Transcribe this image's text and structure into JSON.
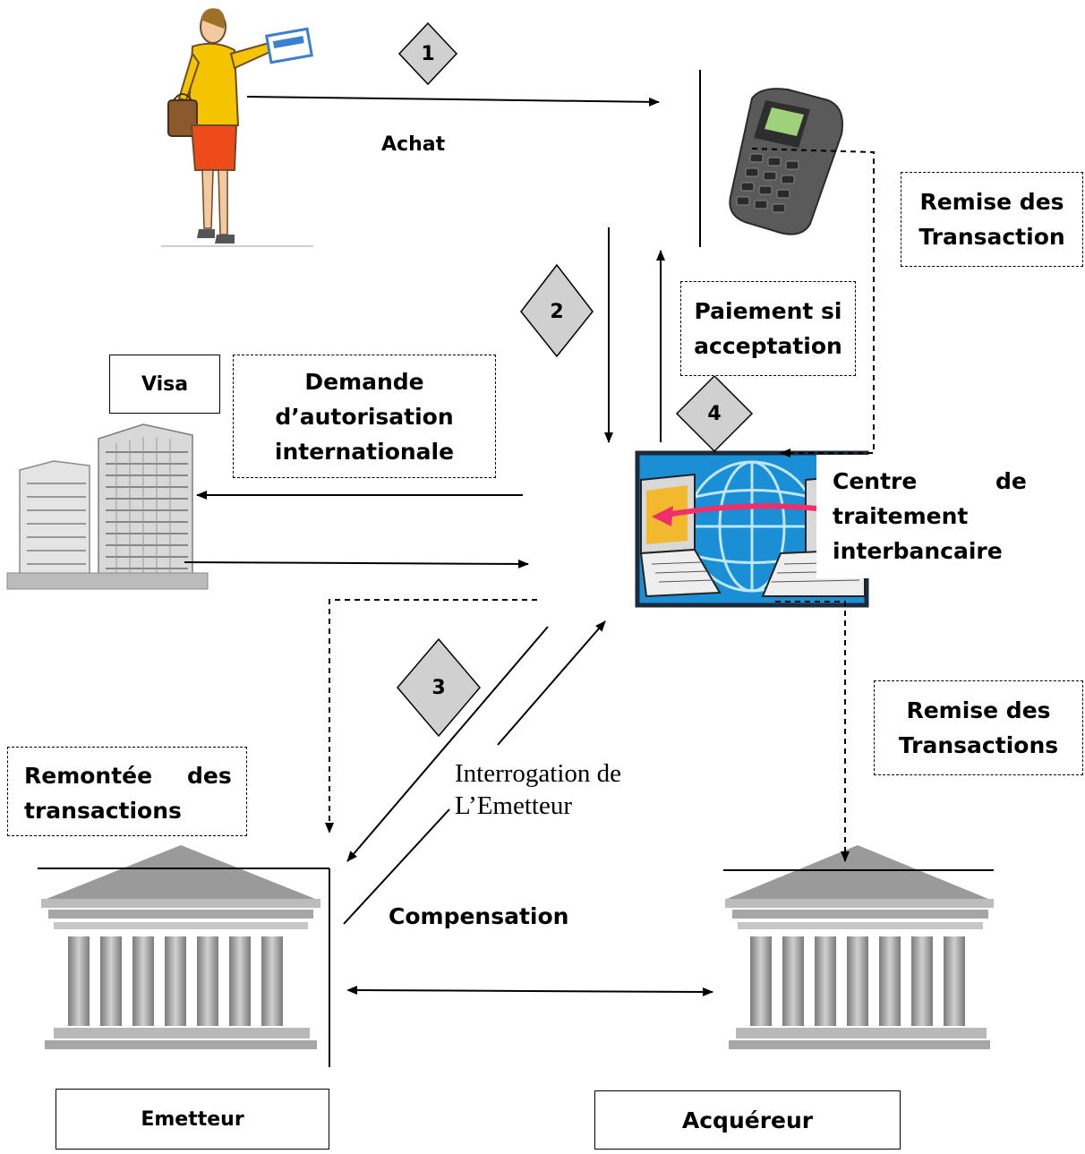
{
  "steps": {
    "s1": "1",
    "s2": "2",
    "s3": "3",
    "s4": "4"
  },
  "labels": {
    "achat": "Achat",
    "visa": "Visa",
    "demande": [
      "Demande",
      "d’autorisation",
      "internationale"
    ],
    "paiement": [
      "Paiement si",
      "acceptation"
    ],
    "remise_top": [
      "Remise des",
      "Transaction"
    ],
    "centre": [
      "Centre",
      "de",
      "traitement",
      "interbancaire"
    ],
    "remise_right": [
      "Remise des",
      "Transactions"
    ],
    "remontee": [
      "Remontée",
      "des",
      "transactions"
    ],
    "interrogation": [
      "Interrogation de",
      "L’Emetteur"
    ],
    "compensation": "Compensation",
    "emetteur": "Emetteur",
    "acquereur": "Acquéreur"
  },
  "icons": {
    "shopper": "woman-with-card-icon",
    "terminal": "payment-terminal-icon",
    "building": "visa-office-building-icon",
    "center": "interbank-network-globe-icon",
    "issuer_bank": "bank-building-icon",
    "acquirer_bank": "bank-building-icon"
  },
  "colors": {
    "diamond_fill": "#d0d0d0",
    "globe_bg": "#1a8fd6",
    "card_blue": "#3a7fd0",
    "shopper_shirt": "#f5c400",
    "shopper_skirt": "#ee4b1a",
    "bank_gray": "#a8a8a8",
    "arrow_pink": "#ee2f6a"
  }
}
